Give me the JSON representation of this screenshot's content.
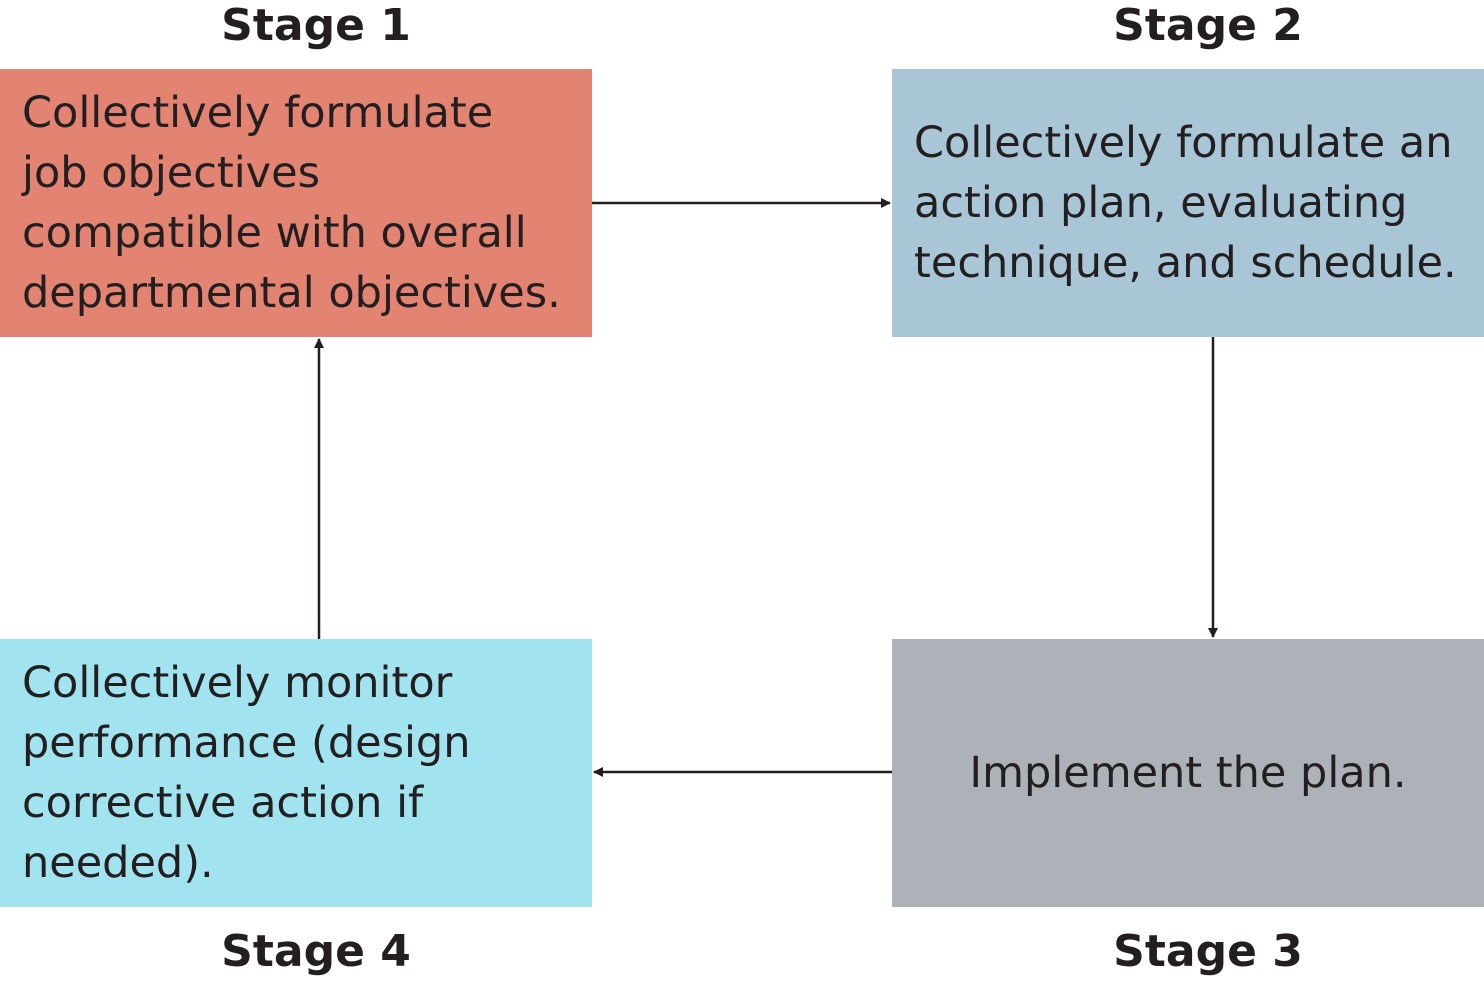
{
  "stages": [
    {
      "label": "Stage 1",
      "text": "Collectively formulate job objectives compatible with overall departmental objectives.",
      "color": "#e38372"
    },
    {
      "label": "Stage 2",
      "text": "Collectively formulate an action plan, evaluating technique, and schedule.",
      "color": "#a8c6d6"
    },
    {
      "label": "Stage 3",
      "text": "Implement the plan.",
      "color": "#adb2b8"
    },
    {
      "label": "Stage 4",
      "text": "Collectively monitor performance (design corrective action if needed).",
      "color": "#a1e3ef"
    }
  ],
  "flow": [
    "Stage 1",
    "Stage 2",
    "Stage 3",
    "Stage 4",
    "Stage 1"
  ],
  "colors": {
    "arrow": "#231f20",
    "text": "#231f20"
  }
}
